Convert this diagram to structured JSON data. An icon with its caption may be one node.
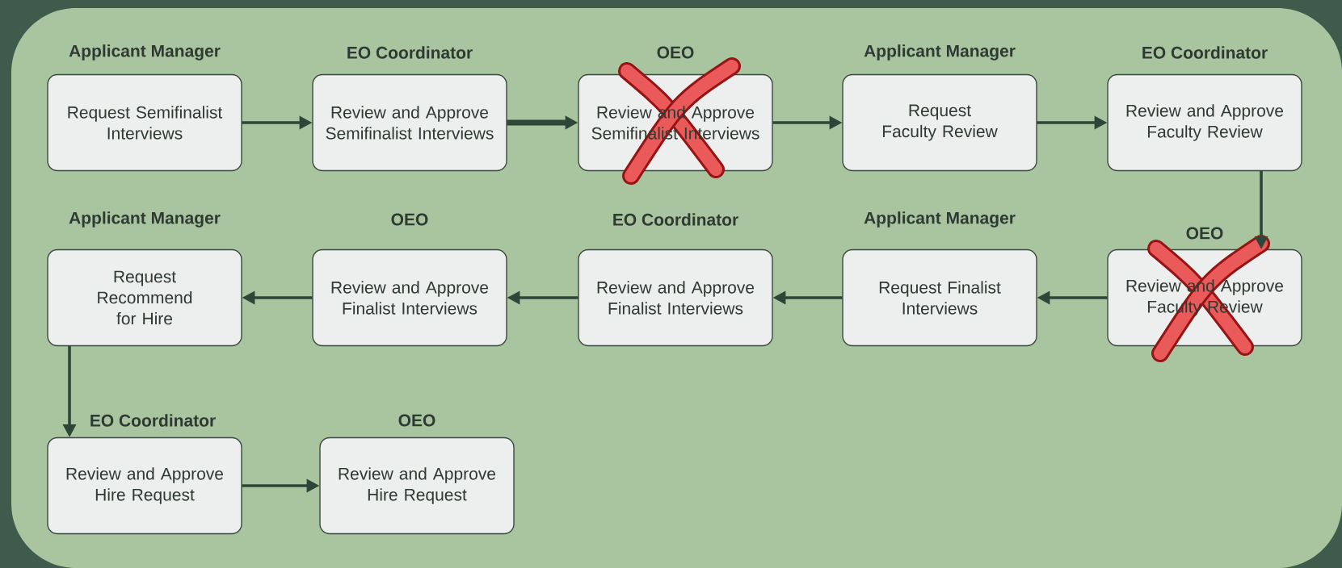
{
  "diagram": {
    "nodes": [
      {
        "text": [
          "Applicant Manager",
          "Request Semifinalist Interviews"
        ]
      },
      {
        "text": [
          "EO Coordinator",
          "Review and Approve Semifinalist Interviews"
        ]
      },
      {
        "text": [
          "OEO",
          "Review and Approve Semifinalist Interviews"
        ]
      },
      {
        "text": [
          "Applicant Manager",
          "Request Faculty Review"
        ]
      },
      {
        "text": [
          "EO Coordinator",
          "Review and Approve Faculty Review"
        ]
      },
      {
        "text": [
          "OEO",
          "Review and Approve Faculty Review"
        ]
      },
      {
        "text": [
          "Applicant Manager",
          "Request Finalist Interviews"
        ]
      },
      {
        "text": [
          "EO Coordinator",
          "Review and Approve Finalist Interviews"
        ]
      },
      {
        "text": [
          "OEO",
          "Review and Approve Finalist Interviews"
        ]
      },
      {
        "text": [
          "Applicant Manager",
          "Request Recommend for Hire"
        ]
      },
      {
        "text": [
          "EO Coordinator",
          "Review and Approve Hire Request"
        ]
      },
      {
        "text": [
          "OEO",
          "Review and Approve Hire Request"
        ]
      }
    ],
    "edges": [
      {
        "from": 0,
        "to": 1,
        "arrow": "to"
      },
      {
        "from": 1,
        "to": 2,
        "arrow": "to",
        "style": "thick"
      },
      {
        "from": 2,
        "to": 3,
        "arrow": "to"
      },
      {
        "from": 3,
        "to": 4,
        "arrow": "to"
      },
      {
        "from": 4,
        "to": 5,
        "arrow": "to"
      },
      {
        "from": 5,
        "to": 6,
        "arrow": "to"
      },
      {
        "from": 6,
        "to": 7,
        "arrow": "to"
      },
      {
        "from": 7,
        "to": 8,
        "arrow": "to"
      },
      {
        "from": 8,
        "to": 9,
        "arrow": "to"
      },
      {
        "from": 9,
        "to": 10,
        "arrow": "to"
      },
      {
        "from": 10,
        "to": 11,
        "arrow": "to"
      }
    ]
  }
}
